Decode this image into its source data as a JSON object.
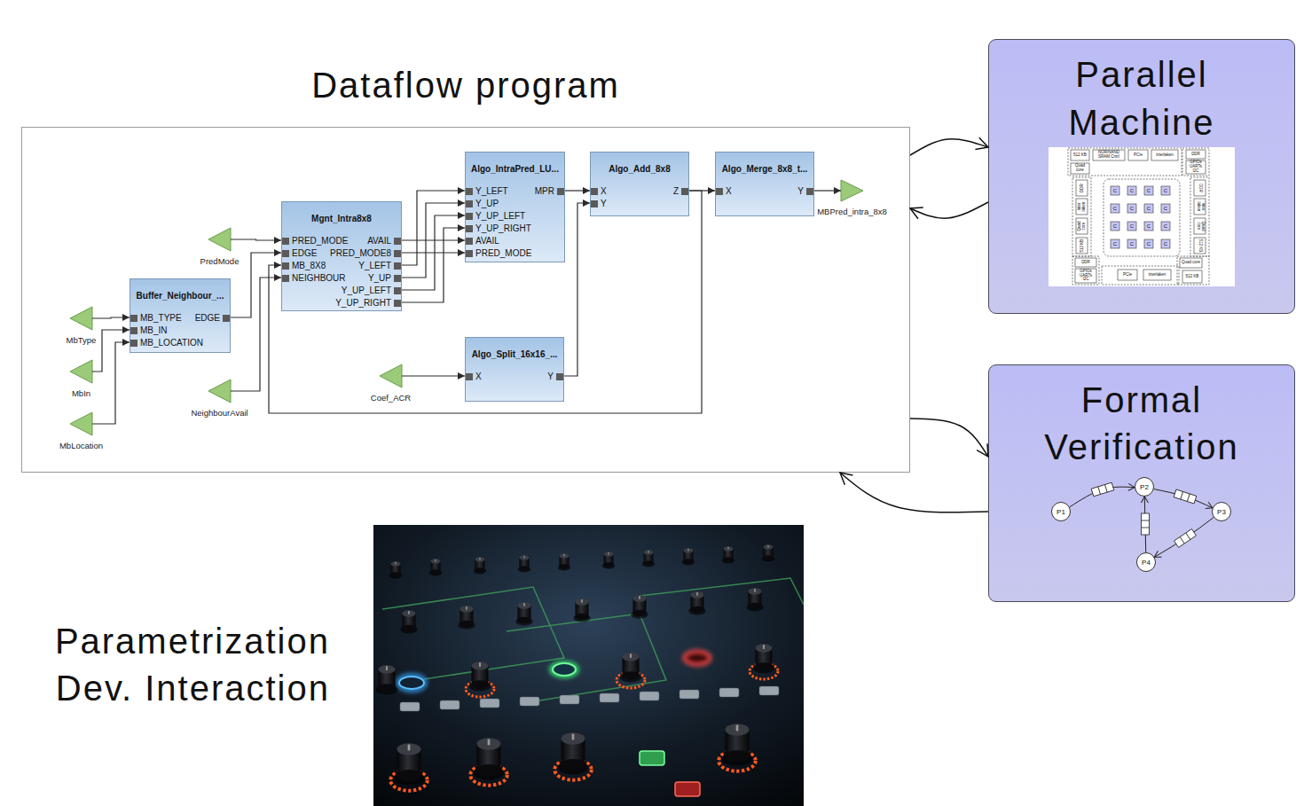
{
  "diagram": {
    "nodes": [
      {
        "text": [
          "Dataflow program"
        ]
      },
      {
        "text": [
          "Parallel Machine"
        ]
      },
      {
        "text": [
          "Algo_IntraPred_LU...",
          "Y_LEFT",
          "Y_UP",
          "Y_UP_LEFT",
          "Y_UP_RIGHT",
          "AVAIL",
          "PRED_MODE",
          "MPR"
        ],
        "in": 0
      },
      {
        "text": [
          "Algo_Add_8x8",
          "X",
          "Y",
          "Z"
        ],
        "in": 0
      },
      {
        "text": [
          "Algo_Merge_8x8_t...",
          "X",
          "Y"
        ],
        "in": 0
      },
      {
        "text": [
          "MBPred_intra_8x8"
        ],
        "in": 0
      },
      {
        "text": [
          "Mgnt_Intra8x8",
          "PRED_MODE",
          "EDGE",
          "MB_8X8",
          "NEIGHBOUR",
          "AVAIL",
          "PRED_MODE8",
          "Y_LEFT",
          "Y_UP",
          "Y_UP_LEFT",
          "Y_UP_RIGHT"
        ],
        "in": 0
      },
      {
        "text": [
          "PredMode"
        ],
        "in": 0
      },
      {
        "text": [
          "Buffer_Neighbour_...",
          "MB_TYPE",
          "MB_IN",
          "MB_LOCATION",
          "EDGE"
        ],
        "in": 0
      },
      {
        "text": [
          "MbType"
        ],
        "in": 0
      },
      {
        "text": [
          "MbIn"
        ],
        "in": 0
      },
      {
        "text": [
          "MbLocation"
        ],
        "in": 0
      },
      {
        "text": [
          "NeighbourAvail"
        ],
        "in": 0
      },
      {
        "text": [
          "Coef_ACR"
        ],
        "in": 0
      },
      {
        "text": [
          "Algo_Split_16x16_...",
          "X",
          "Y"
        ],
        "in": 0
      },
      {
        "text": [
          "Formal Verification"
        ]
      },
      {
        "text": [
          "P1"
        ],
        "in": 15
      },
      {
        "text": [
          "P2"
        ],
        "in": 15
      },
      {
        "text": [
          "P3"
        ],
        "in": 15
      },
      {
        "text": [
          "P4"
        ],
        "in": 15
      }
    ],
    "edges": [
      {
        "from": 0,
        "to": 1,
        "arrow": "to"
      },
      {
        "from": 1,
        "to": 0,
        "arrow": "to"
      },
      {
        "from": 0,
        "to": 15,
        "arrow": "to"
      },
      {
        "from": 15,
        "to": 0,
        "arrow": "to"
      },
      {
        "from": 7,
        "to": 6,
        "arrow": "to"
      },
      {
        "from": 9,
        "to": 8,
        "arrow": "to"
      },
      {
        "from": 10,
        "to": 8,
        "arrow": "to"
      },
      {
        "from": 11,
        "to": 8,
        "arrow": "to"
      },
      {
        "from": 8,
        "to": 6,
        "arrow": "to"
      },
      {
        "from": 12,
        "to": 6,
        "arrow": "to"
      },
      {
        "from": 3,
        "to": 6,
        "arrow": "to"
      },
      {
        "from": 6,
        "to": 2,
        "arrow": "to"
      },
      {
        "from": 6,
        "to": 2,
        "arrow": "to"
      },
      {
        "from": 6,
        "to": 2,
        "arrow": "to"
      },
      {
        "from": 6,
        "to": 2,
        "arrow": "to"
      },
      {
        "from": 6,
        "to": 2,
        "arrow": "to"
      },
      {
        "from": 6,
        "to": 2,
        "arrow": "to"
      },
      {
        "from": 2,
        "to": 3,
        "arrow": "to"
      },
      {
        "from": 13,
        "to": 14,
        "arrow": "to"
      },
      {
        "from": 14,
        "to": 3,
        "arrow": "to"
      },
      {
        "from": 3,
        "to": 4,
        "arrow": "to"
      },
      {
        "from": 4,
        "to": 5,
        "arrow": "to"
      },
      {
        "from": 16,
        "to": 17,
        "arrow": "to"
      },
      {
        "from": 17,
        "to": 18,
        "arrow": "to"
      },
      {
        "from": 18,
        "to": 19,
        "arrow": "to"
      },
      {
        "from": 19,
        "to": 17,
        "arrow": "to"
      }
    ],
    "labels": [
      "512 KB",
      "NOR/NAND SRAM Cntrl",
      "PCIe",
      "interlaken",
      "DDR",
      "Quad core",
      "GPIOs UARTs I2C",
      "DDR",
      "Inter laken",
      "Quad core",
      "512 KB",
      "C",
      "C",
      "C",
      "C",
      "C",
      "C",
      "C",
      "C",
      "C",
      "C",
      "C",
      "C",
      "C",
      "C",
      "C",
      "C",
      "DDR",
      "Inter laken",
      "Quad core",
      "512 KB",
      "DDR",
      "GPIOs UARTs I2C",
      "PCIe",
      "interlaken",
      "Quad core",
      "512 KB",
      "Parametrization Dev. Interaction"
    ]
  }
}
